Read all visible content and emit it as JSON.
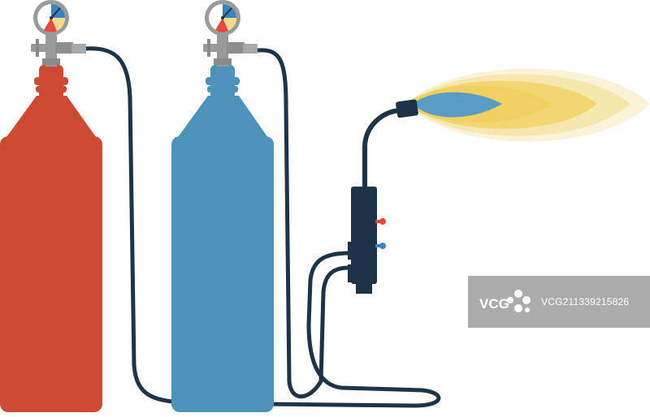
{
  "illustration": {
    "subject": "gas welding equipment",
    "colors": {
      "oxygen_tank": "#cc4a32",
      "fuel_tank": "#4c93b9",
      "hose": "#1e3248",
      "valve": "#9a9a9a",
      "flame_outer": "#f2dc8c",
      "flame_core": "#5a9cc4",
      "gauge_red": "#e8483c",
      "gauge_blue": "#3a84bb"
    },
    "icons": [
      "gas-cylinder-icon",
      "pressure-gauge-icon",
      "welding-torch-icon",
      "flame-icon"
    ]
  },
  "watermark": {
    "logo_text": "VCG",
    "id_text": "VCG211339215826"
  }
}
